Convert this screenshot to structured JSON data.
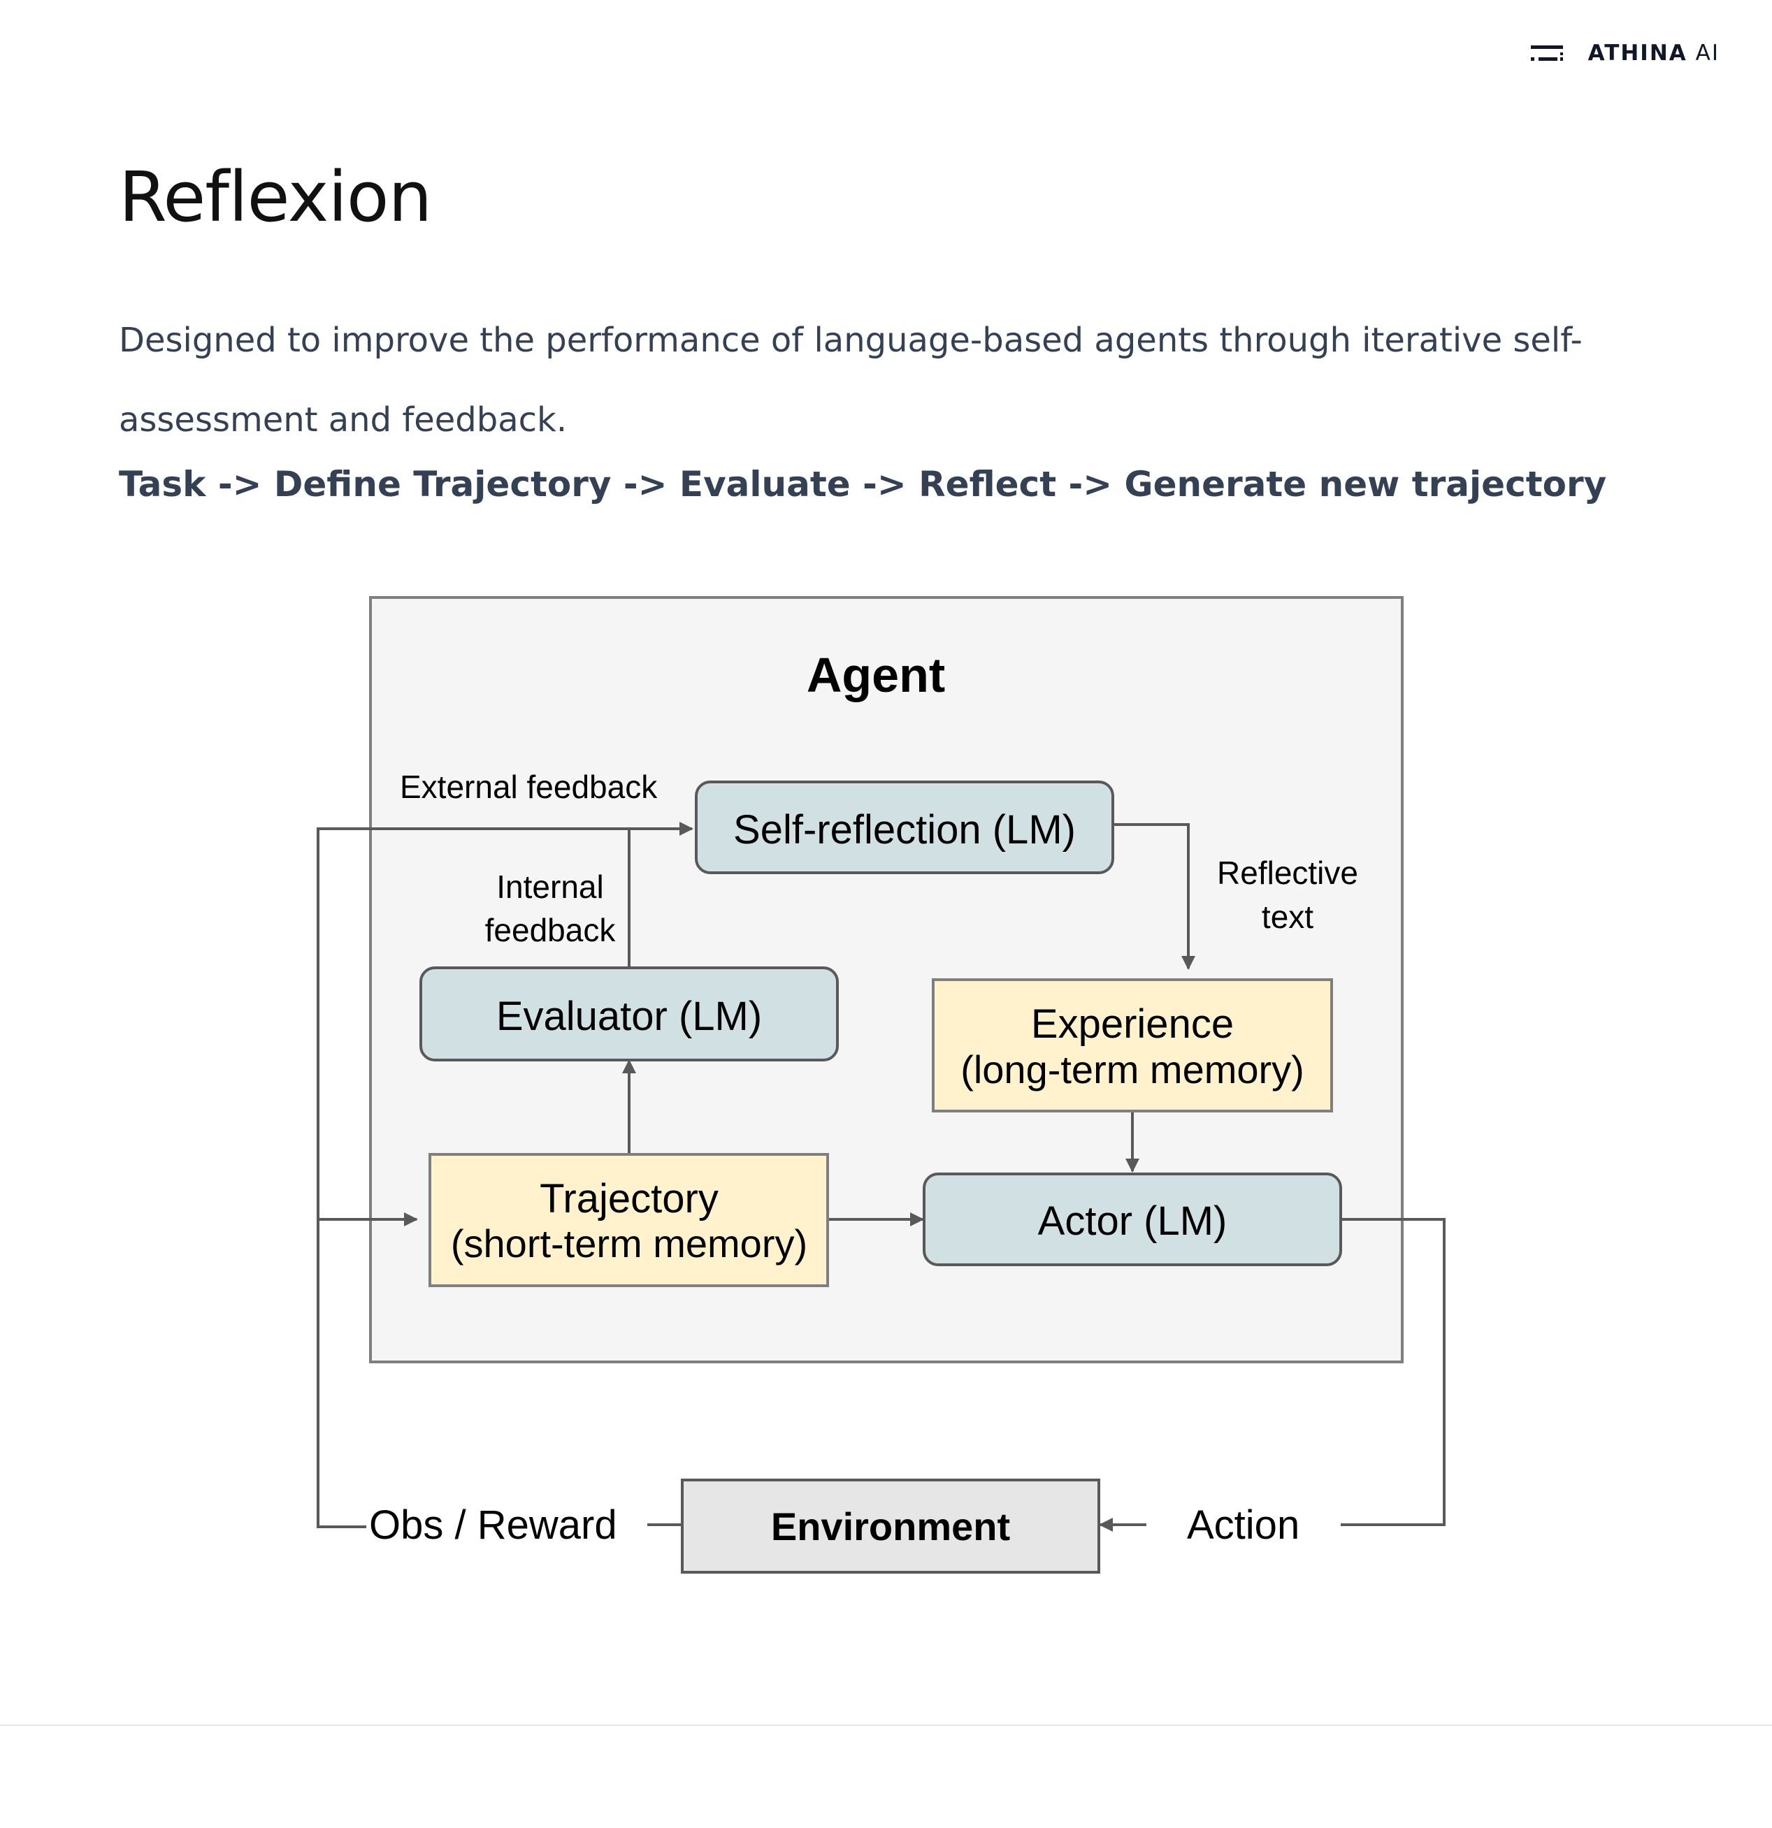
{
  "header": {
    "brand_name": "ATHINA",
    "brand_suffix": "AI",
    "logo_icon": "athina-logo-icon"
  },
  "article": {
    "title": "Reflexion",
    "description": "Designed to improve the performance of language-based agents through iterative self-assessment and feedback.",
    "flow": "Task -> Define Trajectory -> Evaluate -> Reflect -> Generate new trajectory"
  },
  "diagram": {
    "container_label": "Agent",
    "nodes": {
      "self_reflection": "Self-reflection (LM)",
      "evaluator": "Evaluator (LM)",
      "experience_line1": "Experience",
      "experience_line2": "(long-term memory)",
      "trajectory_line1": "Trajectory",
      "trajectory_line2": "(short-term memory)",
      "actor": "Actor (LM)",
      "environment": "Environment"
    },
    "edge_labels": {
      "external_feedback": "External feedback",
      "internal_feedback_line1": "Internal",
      "internal_feedback_line2": "feedback",
      "reflective_text_line1": "Reflective",
      "reflective_text_line2": "text",
      "obs_reward": "Obs / Reward",
      "action": "Action"
    },
    "colors": {
      "lm_node": "#d0e0e3",
      "memory_node": "#fff2cc",
      "environment_node": "#e6e6e6",
      "agent_container": "#f5f5f5",
      "lines": "#595959"
    }
  }
}
